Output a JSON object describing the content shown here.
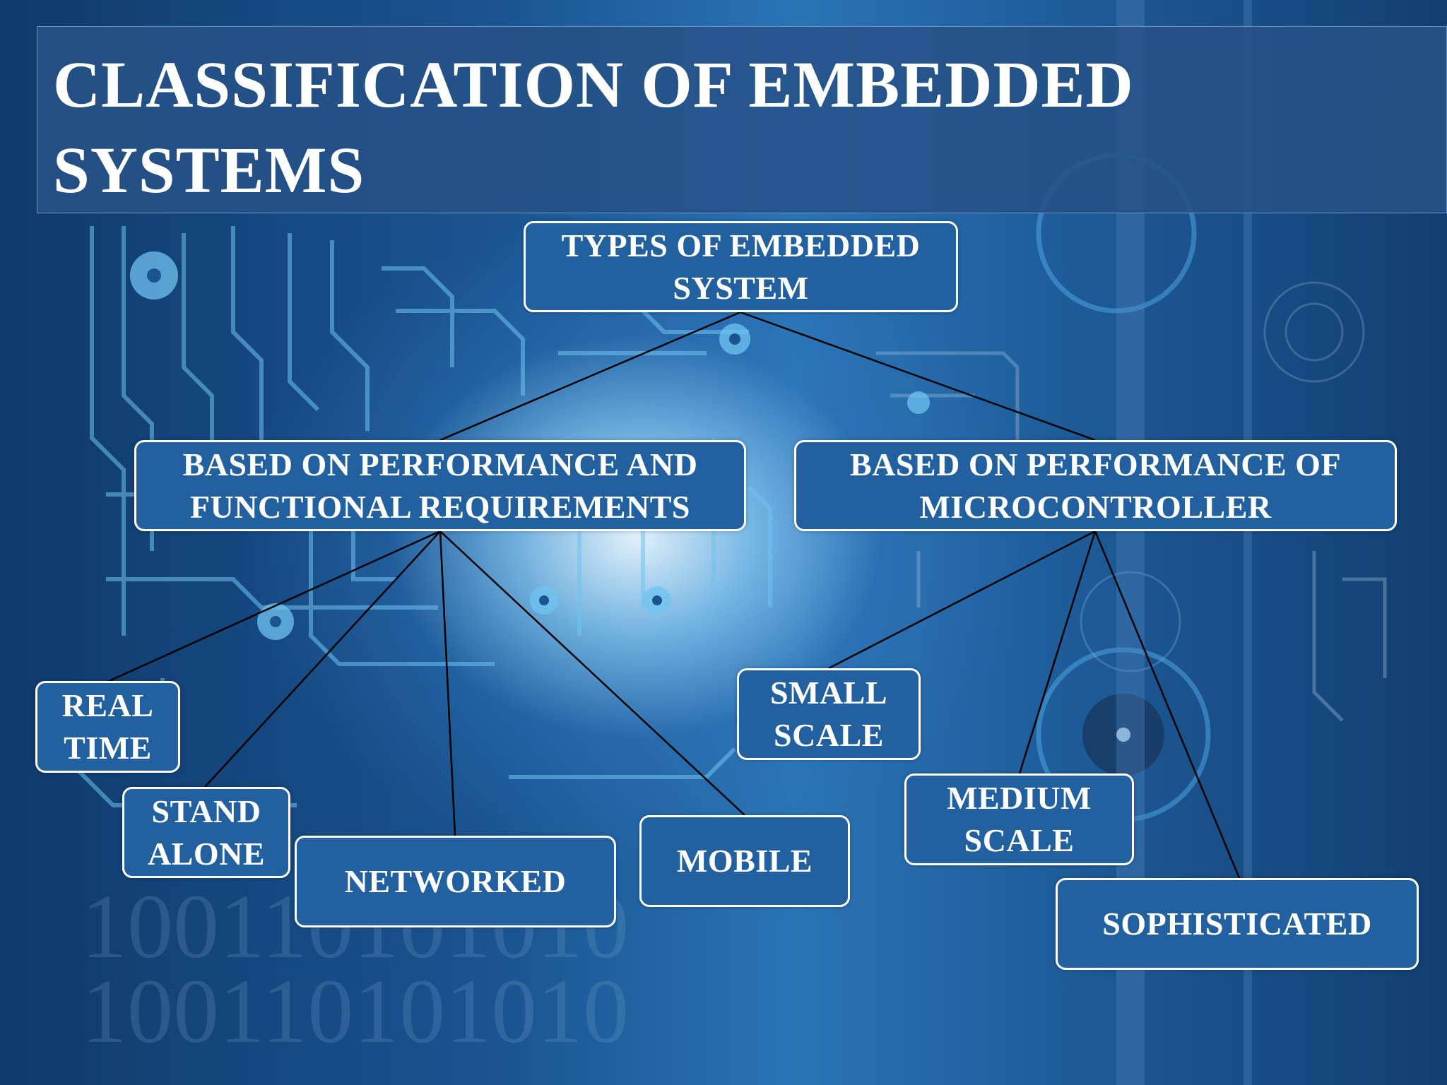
{
  "slide": {
    "title": "CLASSIFICATION OF EMBEDDED SYSTEMS"
  },
  "background": {
    "binary_rows": [
      "100110101010",
      "100110101010"
    ],
    "colors": {
      "deep_blue": "#0f3a6b",
      "glow": "#ebf8ff",
      "node_fill": "#22609f",
      "node_border": "#ffffff",
      "title_bar": "#265287"
    }
  },
  "diagram": {
    "root": {
      "line1": "TYPES OF EMBEDDED",
      "line2": "SYSTEM"
    },
    "branches": [
      {
        "line1": "BASED ON PERFORMANCE AND",
        "line2": "FUNCTIONAL REQUIREMENTS",
        "children": [
          {
            "line1": "REAL",
            "line2": "TIME"
          },
          {
            "line1": "STAND",
            "line2": "ALONE"
          },
          {
            "line1": "NETWORKED",
            "line2": ""
          },
          {
            "line1": "MOBILE",
            "line2": ""
          }
        ]
      },
      {
        "line1": "BASED ON PERFORMANCE OF",
        "line2": "MICROCONTROLLER",
        "children": [
          {
            "line1": "SMALL",
            "line2": "SCALE"
          },
          {
            "line1": "MEDIUM",
            "line2": "SCALE"
          },
          {
            "line1": "SOPHISTICATED",
            "line2": ""
          }
        ]
      }
    ]
  }
}
